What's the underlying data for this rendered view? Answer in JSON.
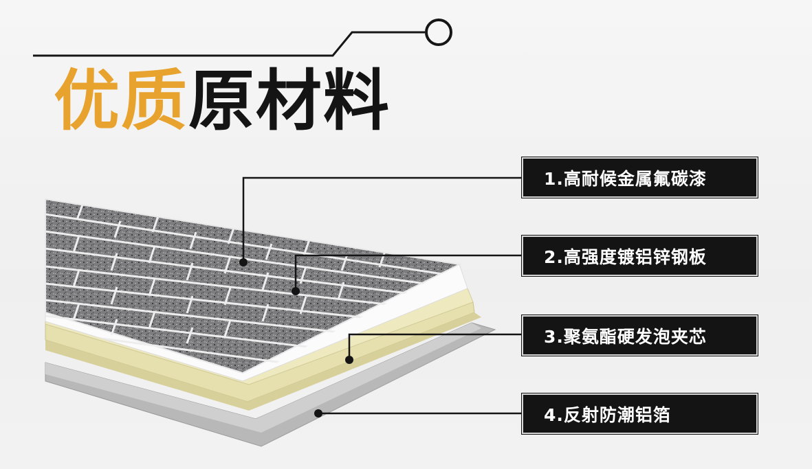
{
  "title": {
    "accent": "优质",
    "main": "原材料"
  },
  "layers": [
    {
      "label": "1.高耐候金属氟碳漆"
    },
    {
      "label": "2.高强度镀铝锌钢板"
    },
    {
      "label": "3.聚氨酯硬发泡夹芯"
    },
    {
      "label": "4.反射防潮铝箔"
    }
  ],
  "colors": {
    "accent": "#e8a22e",
    "label_bg": "#141414",
    "label_text": "#ffffff",
    "foam": "#e9e3b4",
    "foil": "#b5b5b5"
  }
}
